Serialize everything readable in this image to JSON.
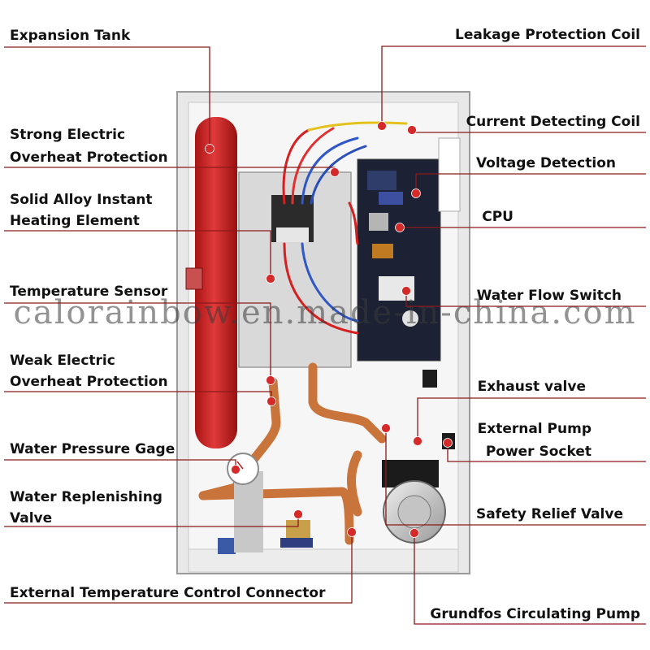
{
  "watermark": "calorainbow.en.made-in-china.com",
  "colors": {
    "leader": "#8b1a1a",
    "marker": "#d42a2a",
    "cabinet": "#f4f4f4",
    "tank": "#d32222",
    "copper": "#c9743b"
  },
  "labels": [
    {
      "id": "expansion-tank",
      "lines": [
        "Expansion Tank"
      ]
    },
    {
      "id": "strong-electric-overheat",
      "lines": [
        "Strong Electric",
        "Overheat Protection"
      ]
    },
    {
      "id": "solid-alloy-heating",
      "lines": [
        "Solid Alloy Instant",
        "Heating Element"
      ]
    },
    {
      "id": "temperature-sensor",
      "lines": [
        "Temperature Sensor"
      ]
    },
    {
      "id": "weak-electric-overheat",
      "lines": [
        "Weak Electric",
        "Overheat Protection"
      ]
    },
    {
      "id": "water-pressure-gage",
      "lines": [
        "Water Pressure Gage"
      ]
    },
    {
      "id": "water-replenishing-valve",
      "lines": [
        "Water Replenishing",
        "Valve"
      ]
    },
    {
      "id": "external-temp-connector",
      "lines": [
        "External Temperature Control Connector"
      ]
    },
    {
      "id": "leakage-protection-coil",
      "lines": [
        "Leakage Protection Coil"
      ]
    },
    {
      "id": "current-detecting-coil",
      "lines": [
        "Current Detecting Coil"
      ]
    },
    {
      "id": "voltage-detection",
      "lines": [
        "Voltage Detection"
      ]
    },
    {
      "id": "cpu",
      "lines": [
        "CPU"
      ]
    },
    {
      "id": "water-flow-switch",
      "lines": [
        "Water Flow Switch"
      ]
    },
    {
      "id": "exhaust-valve",
      "lines": [
        "Exhaust valve"
      ]
    },
    {
      "id": "external-pump-socket",
      "lines": [
        "External Pump",
        "Power Socket"
      ]
    },
    {
      "id": "safety-relief-valve",
      "lines": [
        "Safety Relief Valve"
      ]
    },
    {
      "id": "grundfos-pump",
      "lines": [
        "Grundfos Circulating Pump"
      ]
    }
  ]
}
